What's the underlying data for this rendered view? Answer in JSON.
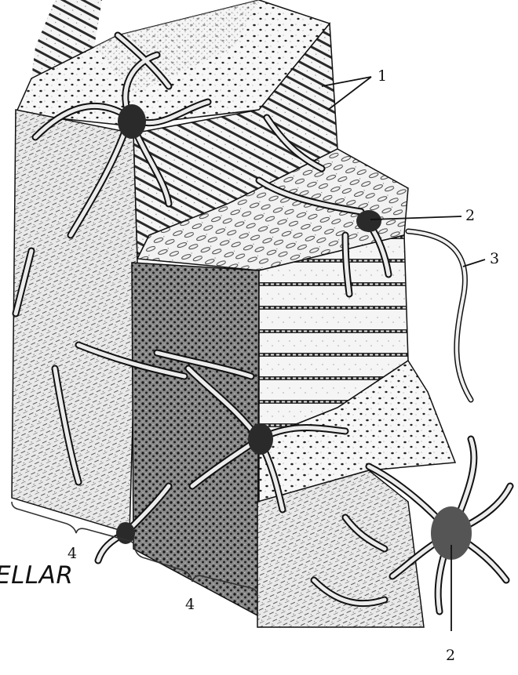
{
  "caption": "ELLAR",
  "callouts": {
    "label_1": "1",
    "label_2_upper": "2",
    "label_3": "3",
    "label_2_lower": "2",
    "label_4_left": "4",
    "label_4_middle": "4"
  }
}
